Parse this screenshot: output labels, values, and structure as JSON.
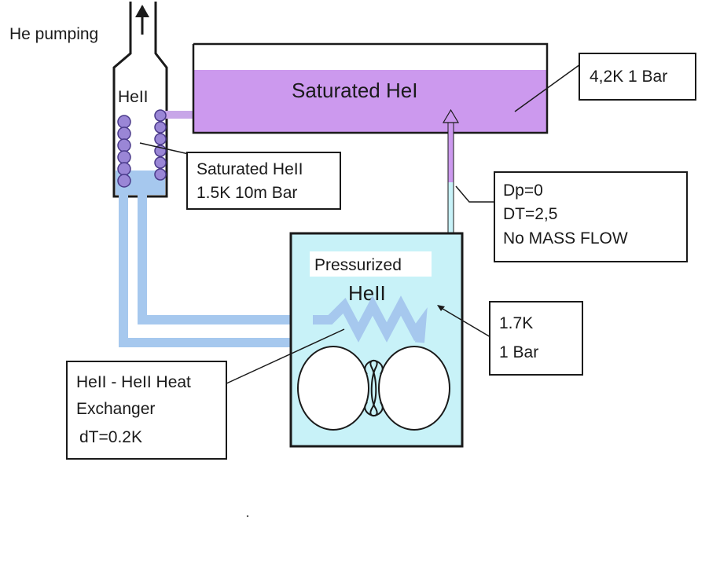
{
  "labels": {
    "pumping": "He pumping",
    "hell_pot": "HeII",
    "saturated_hei": "Saturated HeI",
    "pot_state_line1": "Saturated HeII",
    "pot_state_line2": "1.5K 10m Bar",
    "bath_state": "4,2K 1 Bar",
    "interface_line1": "Dp=0",
    "interface_line2": "DT=2,5",
    "interface_line3": "No MASS FLOW",
    "pressurized_line1": "Pressurized",
    "pressurized_line2": "HeII",
    "pressurized_state_line1": "1.7K",
    "pressurized_state_line2": "1 Bar",
    "hx_line1": "HeII - HeII Heat",
    "hx_line2": "Exchanger",
    "hx_line3": "dT=0.2K"
  },
  "colors": {
    "saturated_hei_fill": "#cc99ee",
    "pressurized_fill": "#c8f2f8",
    "pipe_blue": "#a6c8ee",
    "coil_purple": "#9a86d6",
    "coil_lilac": "#c8a6e8",
    "outline": "#1a1a1a"
  }
}
